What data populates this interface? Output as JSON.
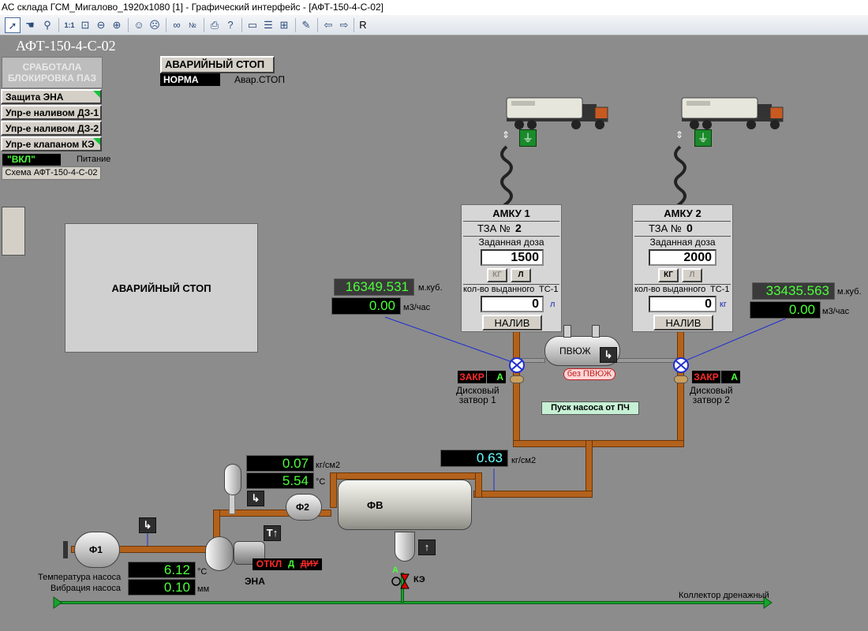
{
  "window": {
    "title": "АС склада ГСМ_Мигалово_1920x1080 [1] - Графический интерфейс - [АФТ-150-4-С-02]"
  },
  "toolbar": {
    "icons": [
      "select-arrow-icon",
      "hand-icon",
      "zoom-icon",
      "zoom-1to1-icon",
      "zoom-fit-icon",
      "zoom-out-icon",
      "zoom-in-icon",
      "user-login-icon",
      "user-logout-icon",
      "binoculars-icon",
      "counter-icon",
      "print-icon",
      "help-icon",
      "window-layout-icon",
      "window-split-icon",
      "window-tile-icon",
      "report-icon",
      "back-arrow-icon",
      "forward-arrow-icon"
    ],
    "r_label": "R"
  },
  "header": {
    "title": "АФТ-150-4-С-02",
    "paz_status": "СРАБОТАЛА\nБЛОКИРОВКА ПАЗ",
    "emergency_stop_label": "АВАРИЙНЫЙ СТОП",
    "norm_label": "НОРМА",
    "avar_stop_label": "Авар.СТОП"
  },
  "left_panel": {
    "items": [
      {
        "label": "Защита ЭНА"
      },
      {
        "label": "Упр-е наливом ДЗ-1"
      },
      {
        "label": "Упр-е наливом ДЗ-2"
      },
      {
        "label": "Упр-е клапаном КЭ"
      }
    ],
    "power_on": "\"ВКЛ\"",
    "power_label": "Питание",
    "schema_button": "Схема АФТ-150-4-С-02"
  },
  "emergency_panel": {
    "label": "АВАРИЙНЫЙ СТОП"
  },
  "amku": [
    {
      "title": "АМКУ 1",
      "tza_label": "ТЗА №",
      "tza_number": "2",
      "dose_label": "Заданная доза",
      "dose_value": "1500",
      "unit_kg": "КГ",
      "unit_l": "Л",
      "dispensed_label": "кол-во выданного",
      "tc_label": "ТС-1",
      "dispensed_value": "0",
      "dispensed_unit": "л",
      "fill_button": "НАЛИВ"
    },
    {
      "title": "АМКУ 2",
      "tza_label": "ТЗА №",
      "tza_number": "0",
      "dose_label": "Заданная доза",
      "dose_value": "2000",
      "unit_kg": "КГ",
      "unit_l": "Л",
      "dispensed_label": "кол-во выданного",
      "tc_label": "ТС-1",
      "dispensed_value": "0",
      "dispensed_unit": "кг",
      "fill_button": "НАЛИВ"
    }
  ],
  "counters": {
    "left_volume": "16349.531",
    "left_volume_unit": "м.куб.",
    "left_flow": "0.00",
    "left_flow_unit": "м3/час",
    "right_volume": "33435.563",
    "right_volume_unit": "м.куб.",
    "right_flow": "0.00",
    "right_flow_unit": "м3/час"
  },
  "valves": {
    "zakr_label": "ЗАКР",
    "a_label": "А",
    "valve1_label": "Дисковый\nзатвор 1",
    "valve2_label": "Дисковый\nзатвор 2"
  },
  "pvyuzh": {
    "label": "ПВЮЖ",
    "bypass_label": "без ПВЮЖ"
  },
  "pump_start_label": "Пуск насоса от ПЧ",
  "pressure": {
    "pipe_value": "0.63",
    "pipe_unit": "кг/см2",
    "pump_pressure": "0.07",
    "pump_pressure_unit": "кг/см2",
    "pump_temp_top": "5.54",
    "pump_temp_top_unit": "°C"
  },
  "filters": {
    "f1": "Ф1",
    "f2": "Ф2",
    "fv": "ФВ"
  },
  "pump": {
    "label": "ЭНА",
    "status_off": "ОТКЛ",
    "status_d": "Д",
    "status_du": "ДИУ",
    "temp_label": "Температура насоса",
    "temp_value": "6.12",
    "temp_unit": "°C",
    "vibration_label": "Вибрация насоса",
    "vibration_value": "0.10",
    "vibration_unit": "мм"
  },
  "ke": {
    "label": "КЭ",
    "a_label": "А"
  },
  "collector_label": "Коллектор дренажный",
  "colors": {
    "background": "#8c8c8c",
    "pipe": "#b3621c",
    "lcd_green": "#4cff3a",
    "lcd_cyan": "#66ffff",
    "alarm_red": "#e00000",
    "ground_green": "#1a8a2a",
    "collector_green": "#17a32b"
  }
}
